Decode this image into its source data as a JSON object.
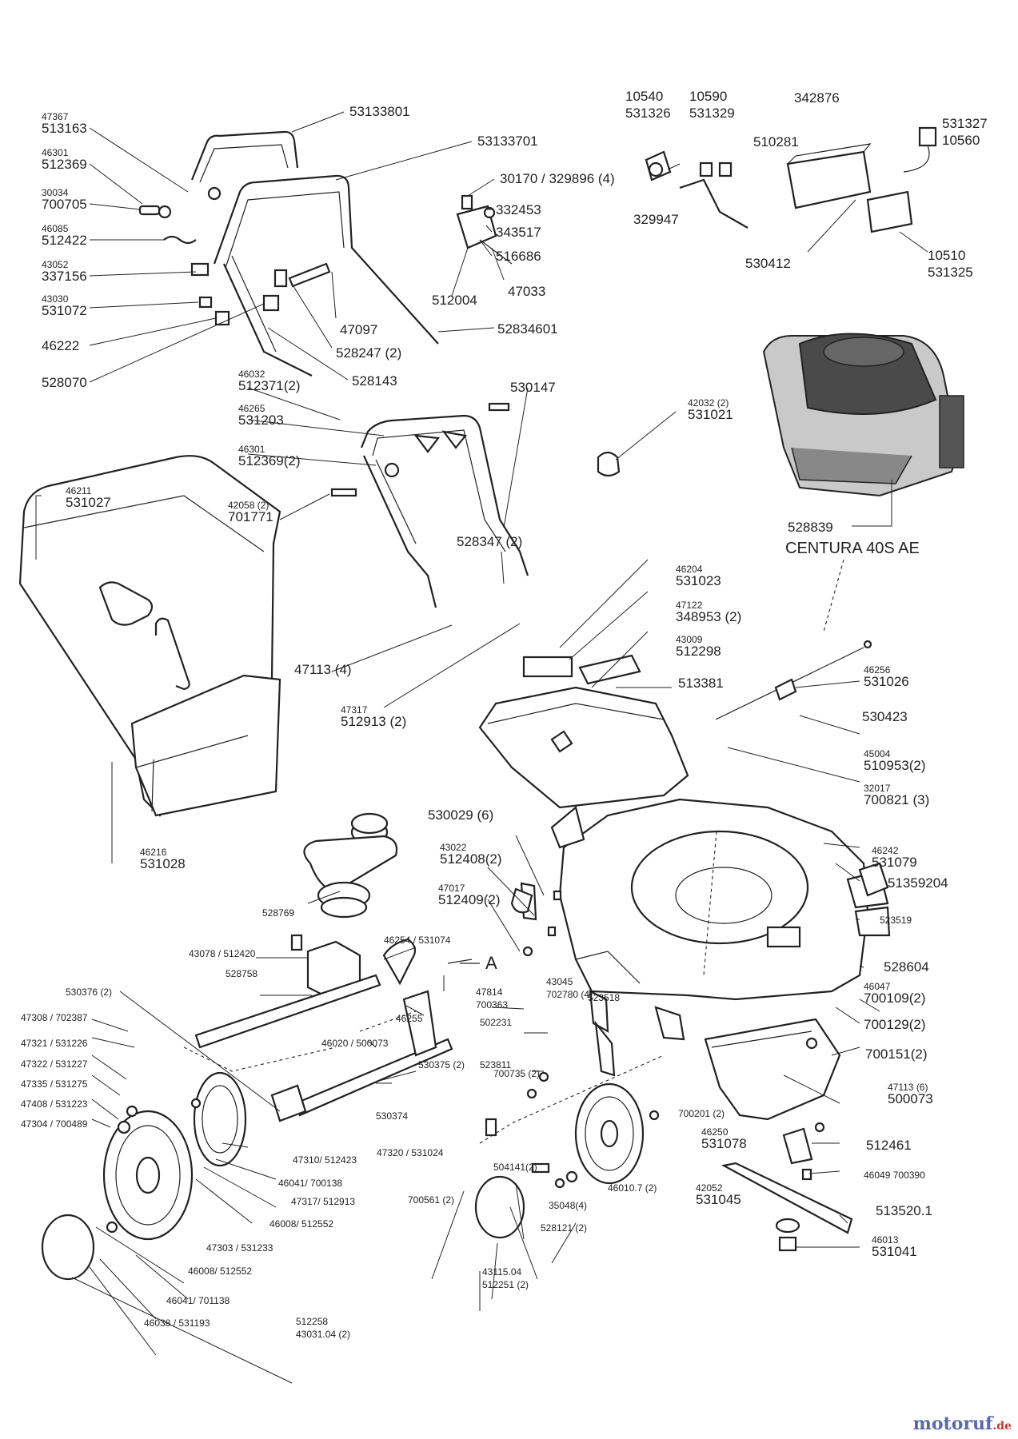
{
  "engine": {
    "part_number": "528839",
    "model": "CENTURA 40S AE"
  },
  "watermark": {
    "brand_main": "motoruf",
    "brand_tld": ".de",
    "color_main": "#5a6aa8",
    "color_tld": "#c0392b"
  },
  "callout_letter": "A",
  "labels": [
    {
      "id": "l1",
      "lines": [
        "47367",
        "513163"
      ]
    },
    {
      "id": "l2",
      "lines": [
        "46301",
        "512369"
      ]
    },
    {
      "id": "l3",
      "lines": [
        "30034",
        "700705"
      ]
    },
    {
      "id": "l4",
      "lines": [
        "46085",
        "512422"
      ]
    },
    {
      "id": "l5",
      "lines": [
        "43052",
        "337156"
      ]
    },
    {
      "id": "l6",
      "lines": [
        "43030",
        "531072"
      ]
    },
    {
      "id": "l7",
      "lines": [
        "46222"
      ]
    },
    {
      "id": "l8",
      "lines": [
        "528070"
      ]
    },
    {
      "id": "l9",
      "lines": [
        "53133801"
      ]
    },
    {
      "id": "l10",
      "lines": [
        "53133701"
      ]
    },
    {
      "id": "l11",
      "lines": [
        "47097"
      ]
    },
    {
      "id": "l12",
      "lines": [
        "528247 (2)"
      ]
    },
    {
      "id": "l13",
      "lines": [
        "528143"
      ]
    },
    {
      "id": "l14",
      "lines": [
        "52834601"
      ]
    },
    {
      "id": "l15",
      "lines": [
        "30170 / 329896 (4)"
      ]
    },
    {
      "id": "l16",
      "lines": [
        "332453"
      ]
    },
    {
      "id": "l17",
      "lines": [
        "343517"
      ]
    },
    {
      "id": "l18",
      "lines": [
        "516686"
      ]
    },
    {
      "id": "l19",
      "lines": [
        "512004"
      ]
    },
    {
      "id": "l20",
      "lines": [
        "47033"
      ]
    },
    {
      "id": "l21",
      "lines": [
        "10540",
        "531326"
      ]
    },
    {
      "id": "l22",
      "lines": [
        "10590",
        "531329"
      ]
    },
    {
      "id": "l23",
      "lines": [
        "510281"
      ]
    },
    {
      "id": "l24",
      "lines": [
        "342876"
      ]
    },
    {
      "id": "l25",
      "lines": [
        "531327",
        "10560"
      ]
    },
    {
      "id": "l26",
      "lines": [
        "329947"
      ]
    },
    {
      "id": "l27",
      "lines": [
        "530412"
      ]
    },
    {
      "id": "l28",
      "lines": [
        "10510",
        "531325"
      ]
    },
    {
      "id": "l29",
      "lines": [
        "46032",
        "512371(2)"
      ]
    },
    {
      "id": "l30",
      "lines": [
        "46265",
        "531203"
      ]
    },
    {
      "id": "l31",
      "lines": [
        "46301",
        "512369(2)"
      ]
    },
    {
      "id": "l32",
      "lines": [
        "530147"
      ]
    },
    {
      "id": "l33",
      "lines": [
        "42032 (2)",
        "531021"
      ]
    },
    {
      "id": "l34",
      "lines": [
        "42058 (2)",
        "701771"
      ]
    },
    {
      "id": "l35",
      "lines": [
        "46211",
        "531027"
      ]
    },
    {
      "id": "l36",
      "lines": [
        "528347 (2)"
      ]
    },
    {
      "id": "l37",
      "lines": [
        "47113  (4)"
      ]
    },
    {
      "id": "l38",
      "lines": [
        "47317",
        "512913 (2)"
      ]
    },
    {
      "id": "l39",
      "lines": [
        "46204",
        "531023"
      ]
    },
    {
      "id": "l40",
      "lines": [
        "47122",
        "348953 (2)"
      ]
    },
    {
      "id": "l41",
      "lines": [
        "43009",
        "512298"
      ]
    },
    {
      "id": "l42",
      "lines": [
        "513381"
      ]
    },
    {
      "id": "l43",
      "lines": [
        "46256",
        "531026"
      ]
    },
    {
      "id": "l44",
      "lines": [
        "530423"
      ]
    },
    {
      "id": "l45",
      "lines": [
        "45004",
        "510953(2)"
      ]
    },
    {
      "id": "l46",
      "lines": [
        "32017",
        "700821 (3)"
      ]
    },
    {
      "id": "l47",
      "lines": [
        "46216",
        "531028"
      ]
    },
    {
      "id": "l48",
      "lines": [
        "530029 (6)"
      ]
    },
    {
      "id": "l49",
      "lines": [
        "43022",
        "512408(2)"
      ]
    },
    {
      "id": "l50",
      "lines": [
        "47017",
        "512409(2)"
      ]
    },
    {
      "id": "l51",
      "lines": [
        "46242",
        "531079"
      ]
    },
    {
      "id": "l52",
      "lines": [
        "51359204"
      ]
    },
    {
      "id": "l53",
      "lines": [
        "523519"
      ]
    },
    {
      "id": "l54",
      "lines": [
        "528769"
      ]
    },
    {
      "id": "l55",
      "lines": [
        "43078 / 512420"
      ]
    },
    {
      "id": "l56",
      "lines": [
        "46254 / 531074"
      ]
    },
    {
      "id": "l57",
      "lines": [
        "528758"
      ]
    },
    {
      "id": "l58",
      "lines": [
        "43045",
        "702780 (4)"
      ]
    },
    {
      "id": "l59",
      "lines": [
        "528604"
      ]
    },
    {
      "id": "l60",
      "lines": [
        "46047",
        "700109(2)"
      ]
    },
    {
      "id": "l61",
      "lines": [
        "700129(2)"
      ]
    },
    {
      "id": "l62",
      "lines": [
        "700151(2)"
      ]
    },
    {
      "id": "l63",
      "lines": [
        "530376 (2)"
      ]
    },
    {
      "id": "l64",
      "lines": [
        "47814",
        "700363"
      ]
    },
    {
      "id": "l65",
      "lines": [
        "46255"
      ]
    },
    {
      "id": "l66",
      "lines": [
        "523518"
      ]
    },
    {
      "id": "l67",
      "lines": [
        "502231"
      ]
    },
    {
      "id": "l68",
      "lines": [
        "47308 / 702387"
      ]
    },
    {
      "id": "l69",
      "lines": [
        "46020 / 500073"
      ]
    },
    {
      "id": "l70",
      "lines": [
        "523811"
      ]
    },
    {
      "id": "l71",
      "lines": [
        "47321 / 531226"
      ]
    },
    {
      "id": "l72",
      "lines": [
        "47322 / 531227"
      ]
    },
    {
      "id": "l73",
      "lines": [
        "530375 (2)"
      ]
    },
    {
      "id": "l74",
      "lines": [
        "700735 (2)"
      ]
    },
    {
      "id": "l75",
      "lines": [
        "47113 (6)",
        "500073"
      ]
    },
    {
      "id": "l76",
      "lines": [
        "47335 / 531275"
      ]
    },
    {
      "id": "l77",
      "lines": [
        "47408 / 531223"
      ]
    },
    {
      "id": "l78",
      "lines": [
        "530374"
      ]
    },
    {
      "id": "l79",
      "lines": [
        "47304 / 700489"
      ]
    },
    {
      "id": "l80",
      "lines": [
        "700201 (2)"
      ]
    },
    {
      "id": "l81",
      "lines": [
        "46250",
        "531078"
      ]
    },
    {
      "id": "l82",
      "lines": [
        "512461"
      ]
    },
    {
      "id": "l83",
      "lines": [
        "47310/ 512423"
      ]
    },
    {
      "id": "l84",
      "lines": [
        "47320 / 531024"
      ]
    },
    {
      "id": "l85",
      "lines": [
        "504141(2)"
      ]
    },
    {
      "id": "l86",
      "lines": [
        "46041/ 700138"
      ]
    },
    {
      "id": "l87",
      "lines": [
        "47317/ 512913"
      ]
    },
    {
      "id": "l88",
      "lines": [
        "46049 700390"
      ]
    },
    {
      "id": "l89",
      "lines": [
        "700561 (2)"
      ]
    },
    {
      "id": "l90",
      "lines": [
        "46010.7 (2)"
      ]
    },
    {
      "id": "l91",
      "lines": [
        "42052",
        "531045"
      ]
    },
    {
      "id": "l92",
      "lines": [
        "513520.1"
      ]
    },
    {
      "id": "l93",
      "lines": [
        "46008/ 512552"
      ]
    },
    {
      "id": "l94",
      "lines": [
        "35048(4)"
      ]
    },
    {
      "id": "l95",
      "lines": [
        "528121 (2)"
      ]
    },
    {
      "id": "l96",
      "lines": [
        "46013",
        "531041"
      ]
    },
    {
      "id": "l97",
      "lines": [
        "47303 / 531233"
      ]
    },
    {
      "id": "l98",
      "lines": [
        "46008/ 512552"
      ]
    },
    {
      "id": "l99",
      "lines": [
        "43115.04",
        "512251 (2)"
      ]
    },
    {
      "id": "l100",
      "lines": [
        "46041/ 701138"
      ]
    },
    {
      "id": "l101",
      "lines": [
        "46038 / 531193"
      ]
    },
    {
      "id": "l102",
      "lines": [
        "512258",
        "43031.04 (2)"
      ]
    }
  ]
}
